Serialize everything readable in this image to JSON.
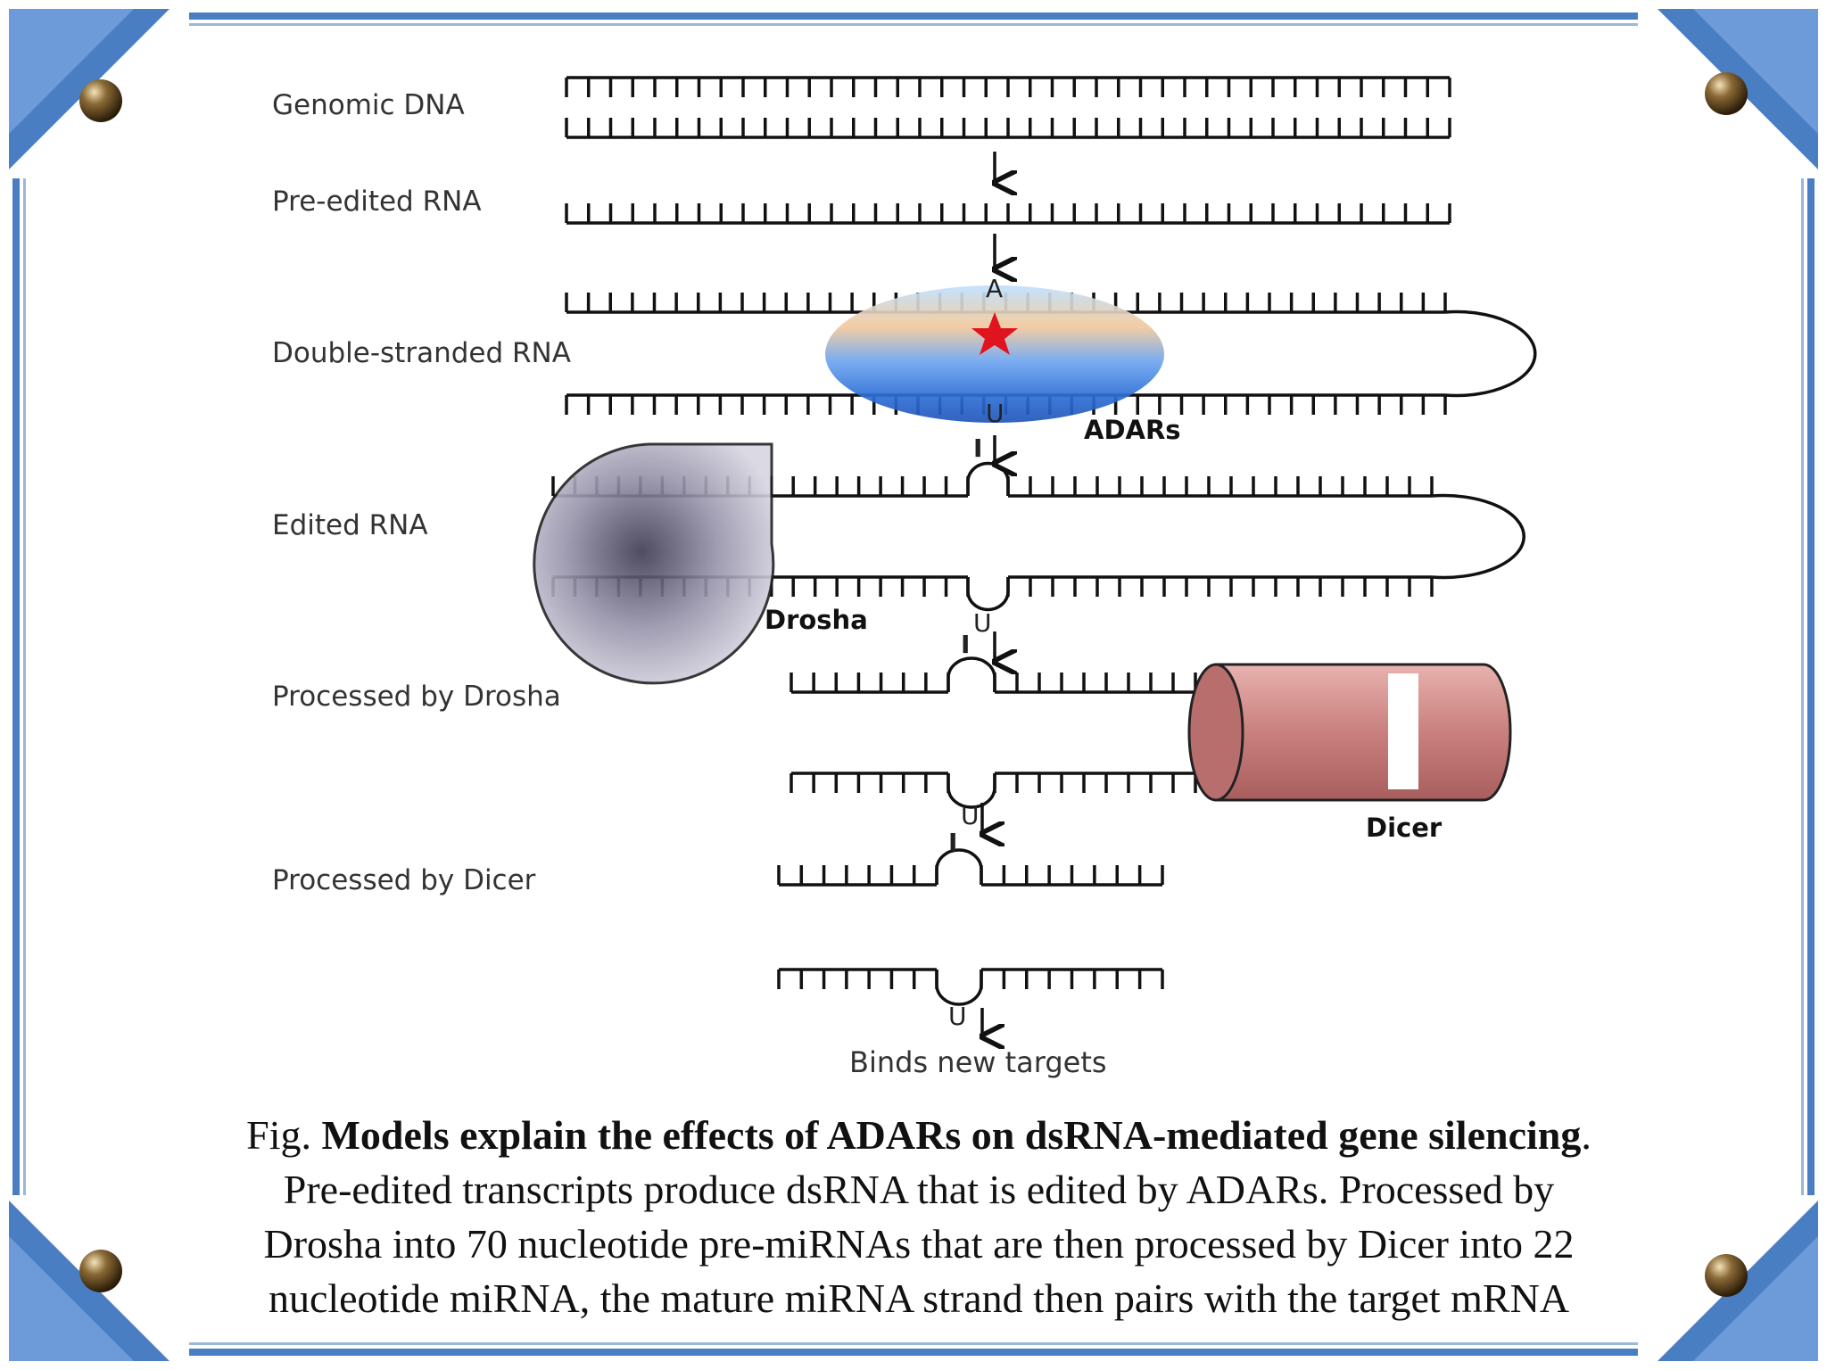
{
  "labels": {
    "genomic_dna": "Genomic DNA",
    "pre_edited_rna": "Pre-edited RNA",
    "double_stranded_rna": "Double-stranded RNA",
    "edited_rna": "Edited RNA",
    "processed_by_drosha": "Processed by Drosha",
    "processed_by_dicer": "Processed by Dicer",
    "binds_new_targets": "Binds new targets"
  },
  "enzymes": {
    "adars": "ADARs",
    "drosha": "Drosha",
    "dicer": "Dicer"
  },
  "nucleotides": {
    "a": "A",
    "u": "U",
    "i": "I"
  },
  "caption": {
    "prefix": "Fig. ",
    "title": "Models explain the effects of ADARs on dsRNA-mediated gene silencing",
    "period": ".",
    "line1": "Pre-edited transcripts produce dsRNA that is edited by ADARs. Processed by",
    "line2": "Drosha into 70 nucleotide pre-miRNAs that are then processed by Dicer into 22",
    "line3": "nucleotide miRNA, the mature miRNA strand then pairs with the target mRNA"
  },
  "colors": {
    "frame_blue": "#4a7ec2",
    "adars_blue": "#2f6fd6",
    "adars_peach": "#f3c99b",
    "drosha_gray": "#9a96ad",
    "dicer_red": "#c9807e",
    "edit_red": "#e0141e",
    "bead_bronze": "#7a5a2a"
  }
}
